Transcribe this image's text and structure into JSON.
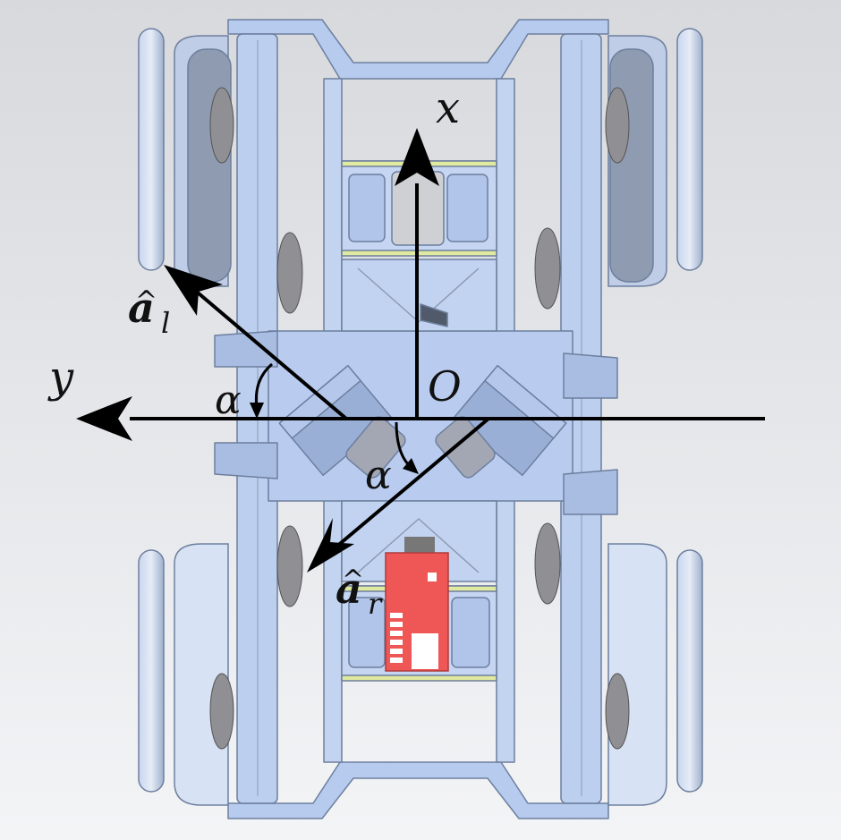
{
  "labels": {
    "x_axis": "x",
    "y_axis": "y",
    "origin": "O",
    "a_left_base": "a",
    "a_left_sub": "l",
    "a_right_base": "a",
    "a_right_sub": "r",
    "hat": "^",
    "alpha_left": "α",
    "alpha_right": "α"
  },
  "colors": {
    "background_top": "#d7d9dd",
    "background_bottom": "#f3f4f6",
    "robot_body": "#b7cbee",
    "robot_edge": "#6d7f9e",
    "robot_dark": "#8c9bb2",
    "wheel": "#8f8f94",
    "board": "#ef5656",
    "arrows": "#000000"
  }
}
